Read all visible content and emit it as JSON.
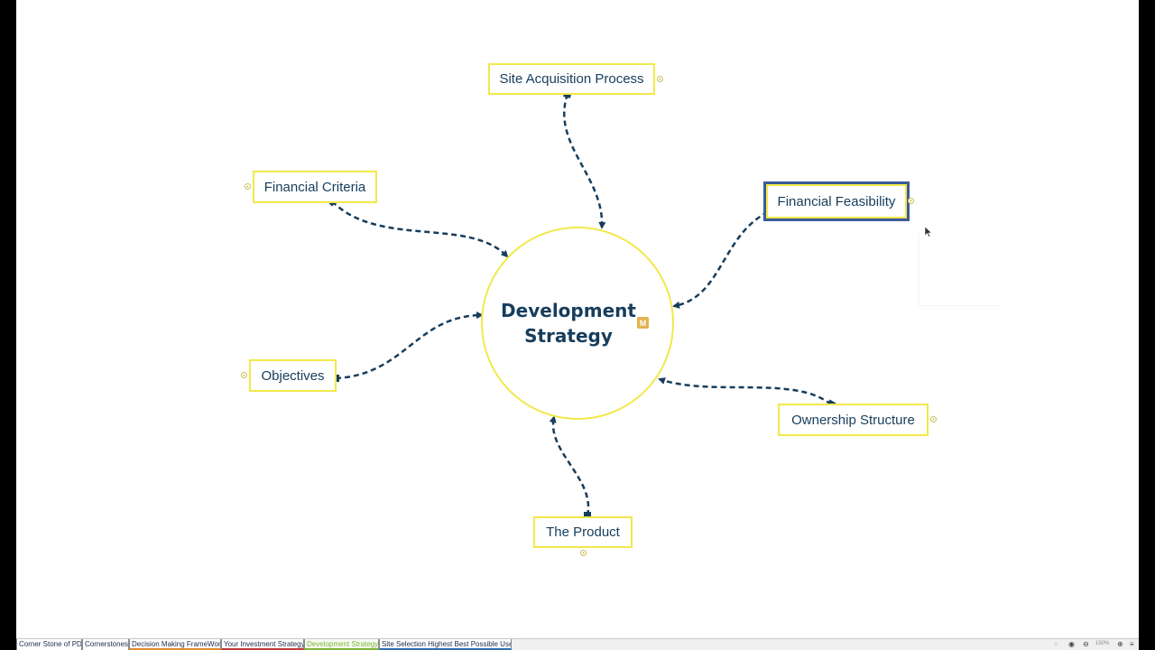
{
  "map": {
    "central": {
      "title_line1": "Development",
      "title_line2": "Strategy",
      "marker_letter": "M"
    },
    "topics": [
      {
        "id": "site-acquisition",
        "label": "Site Acquisition Process"
      },
      {
        "id": "financial-criteria",
        "label": "Financial Criteria"
      },
      {
        "id": "financial-feasibility",
        "label": "Financial Feasibility",
        "selected": true
      },
      {
        "id": "objectives",
        "label": "Objectives"
      },
      {
        "id": "ownership-structure",
        "label": "Ownership Structure"
      },
      {
        "id": "the-product",
        "label": "The Product"
      }
    ],
    "colors": {
      "topic_border": "#f2e84a",
      "text": "#163d5c",
      "connector": "#163d5c",
      "selected_border": "#3b5b9a",
      "marker": "#e3b14f"
    }
  },
  "tabs": [
    {
      "label": "Corner Stone of PD"
    },
    {
      "label": "Cornerstones"
    },
    {
      "label": "Decision Making FrameWork"
    },
    {
      "label": "Your Investment Strategy"
    },
    {
      "label": "Development Strategy",
      "active": true
    },
    {
      "label": "Site Selection  Highest Best Possible Use"
    }
  ],
  "status": {
    "zoom": "150%",
    "icons": [
      "filter-icon",
      "eye-icon",
      "zoom-out-icon",
      "zoom-in-icon",
      "menu-icon"
    ]
  }
}
